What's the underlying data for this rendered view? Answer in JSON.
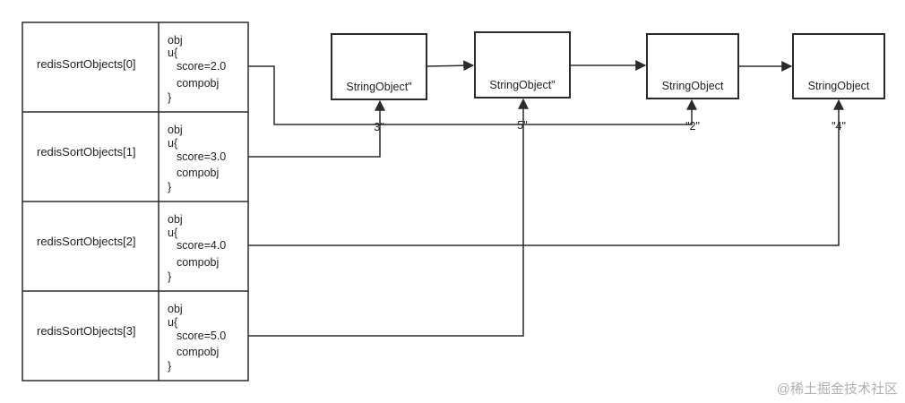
{
  "array": {
    "rows": [
      {
        "name": "redisSortObjects[0]",
        "obj": [
          "obj",
          "u{",
          "score=2.0",
          "compobj",
          "}"
        ]
      },
      {
        "name": "redisSortObjects[1]",
        "obj": [
          "obj",
          "u{",
          "score=3.0",
          "compobj",
          "}"
        ]
      },
      {
        "name": "redisSortObjects[2]",
        "obj": [
          "obj",
          "u{",
          "score=4.0",
          "compobj",
          "}"
        ]
      },
      {
        "name": "redisSortObjects[3]",
        "obj": [
          "obj",
          "u{",
          "score=5.0",
          "compobj",
          "}"
        ]
      }
    ]
  },
  "string_objects": [
    {
      "line1": "StringObject\"",
      "line2": "3\""
    },
    {
      "line1": "StringObject\"",
      "line2": "5\""
    },
    {
      "line1": "StringObject",
      "line2": "\"2\""
    },
    {
      "line1": "StringObject",
      "line2": "\"4\""
    }
  ],
  "watermark": "@稀土掘金技术社区",
  "colors": {
    "line": "#2b2b2b",
    "watermark": "#b0b0b0"
  }
}
